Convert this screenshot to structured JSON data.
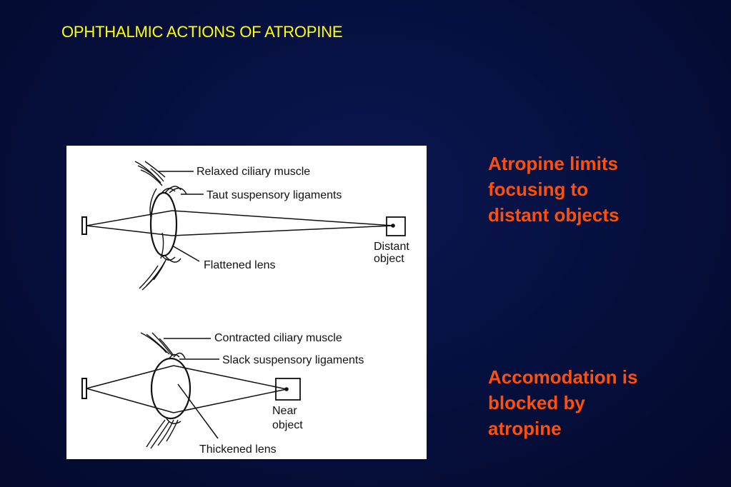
{
  "slide": {
    "title": "OPHTHALMIC ACTIONS OF ATROPINE"
  },
  "diagram": {
    "top": {
      "labels": {
        "ciliary": "Relaxed ciliary muscle",
        "ligaments": "Taut suspensory ligaments",
        "lens": "Flattened lens",
        "object_line1": "Distant",
        "object_line2": "object"
      }
    },
    "bottom": {
      "labels": {
        "ciliary": "Contracted ciliary muscle",
        "ligaments": "Slack suspensory ligaments",
        "lens": "Thickened lens",
        "object_line1": "Near",
        "object_line2": "object"
      }
    }
  },
  "callouts": [
    {
      "lines": [
        "Atropine limits",
        "focusing to",
        "distant objects"
      ]
    },
    {
      "lines": [
        "Accomodation is",
        "blocked by",
        "atropine"
      ]
    }
  ],
  "colors": {
    "title": "#ffff00",
    "callout": "#ff4f0a",
    "background": "#061040"
  }
}
